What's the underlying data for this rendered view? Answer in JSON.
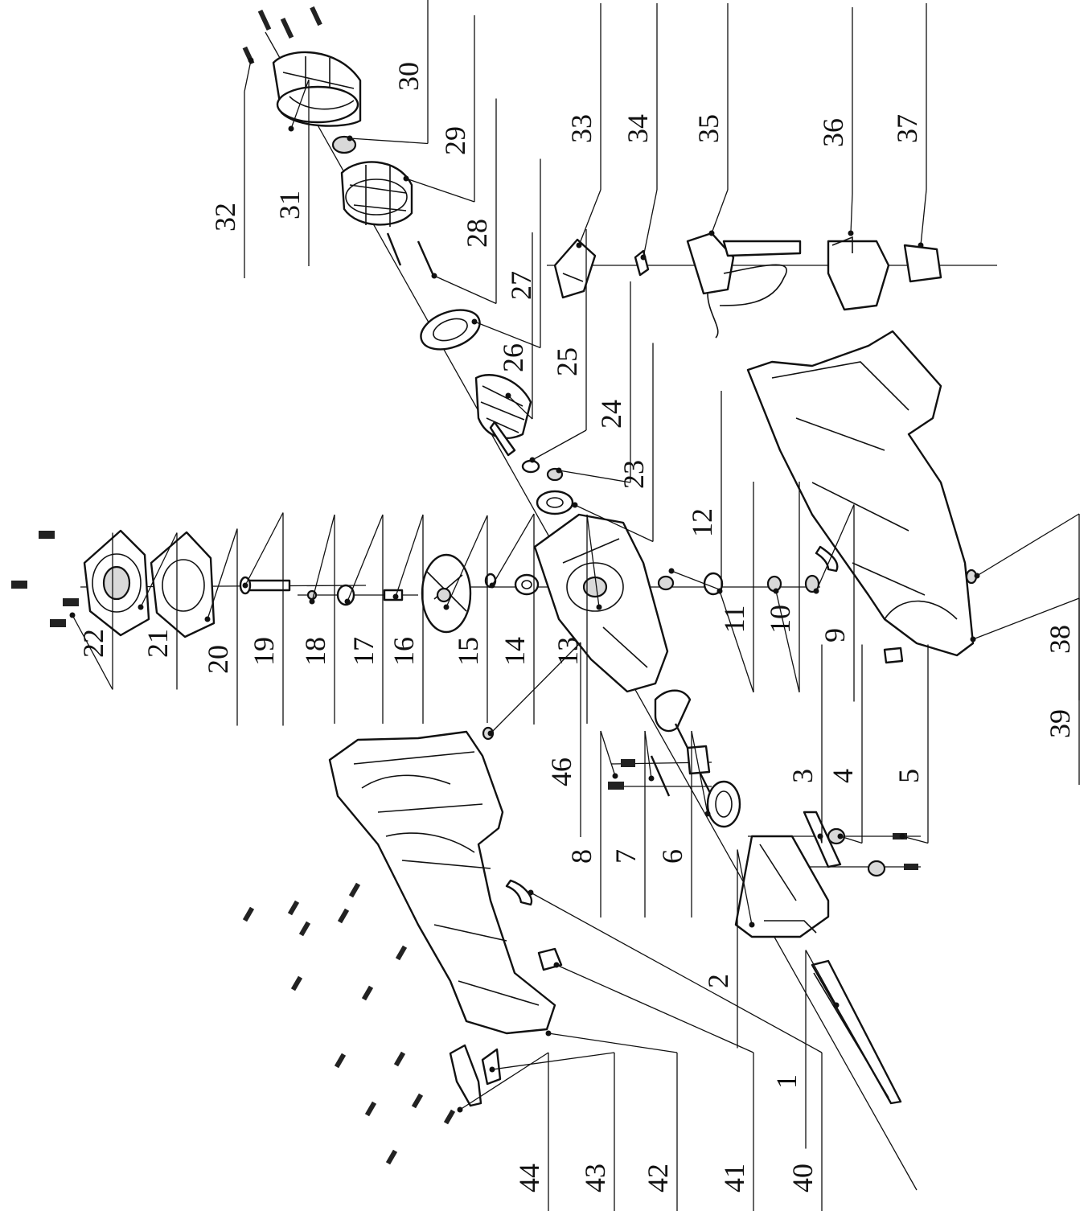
{
  "colors": {
    "ink": "#111111",
    "background": "#ffffff",
    "shade": "#d9d9d9"
  },
  "labels": {
    "p1": "1",
    "p2": "2",
    "p3": "3",
    "p4": "4",
    "p5": "5",
    "p6": "6",
    "p7": "7",
    "p8": "8",
    "p9": "9",
    "p10": "10",
    "p11": "11",
    "p12": "12",
    "p13": "13",
    "p14": "14",
    "p15": "15",
    "p16": "16",
    "p17": "17",
    "p18": "18",
    "p19": "19",
    "p20": "20",
    "p21": "21",
    "p22": "22",
    "p23": "23",
    "p24": "24",
    "p25": "25",
    "p26": "26",
    "p27": "27",
    "p28": "28",
    "p29": "29",
    "p30": "30",
    "p31": "31",
    "p32": "32",
    "p33": "33",
    "p34": "34",
    "p35": "35",
    "p36": "36",
    "p37": "37",
    "p38": "38",
    "p39": "39",
    "p40": "40",
    "p41": "41",
    "p42": "42",
    "p43": "43",
    "p44": "44",
    "p46": "46"
  }
}
